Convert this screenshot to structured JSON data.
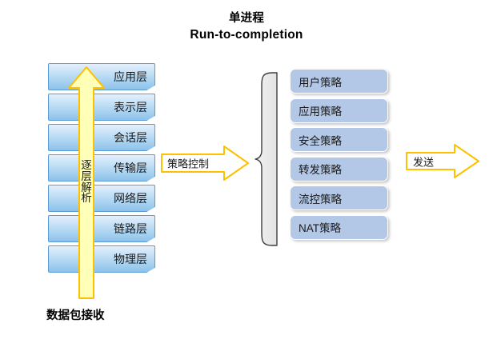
{
  "title": {
    "line1": "单进程",
    "line2": "Run-to-completion"
  },
  "colors": {
    "layer_border": "#5b9bd5",
    "layer_fill_top": "#e4f0fb",
    "layer_fill_bottom": "#8cc2ea",
    "arrow_border": "#ffc000",
    "arrow_fill": "#ffffb8",
    "policy_fill": "#b3c7e6",
    "brace_fill": "#e8e8e8",
    "brace_stroke": "#3f3f3f"
  },
  "osi_stack": {
    "name": "OSI protocol layer stack",
    "layers": [
      {
        "label": "应用层"
      },
      {
        "label": "表示层"
      },
      {
        "label": "会话层"
      },
      {
        "label": "传输层"
      },
      {
        "label": "网络层"
      },
      {
        "label": "链路层"
      },
      {
        "label": "物理层"
      }
    ]
  },
  "up_arrow": {
    "label_chars": [
      "逐",
      "层",
      "解",
      "析"
    ],
    "label": "逐层解析",
    "direction": "up"
  },
  "bottom_caption": "数据包接收",
  "policy_arrow": {
    "label": "策略控制",
    "direction": "right"
  },
  "send_arrow": {
    "label": "发送",
    "direction": "right"
  },
  "brace": {
    "orientation": "left-pointing-curly-brace"
  },
  "policy_stack": {
    "name": "policy list",
    "items": [
      {
        "label": "用户策略"
      },
      {
        "label": "应用策略"
      },
      {
        "label": "安全策略"
      },
      {
        "label": "转发策略"
      },
      {
        "label": "流控策略"
      },
      {
        "label": "NAT策略"
      }
    ]
  }
}
